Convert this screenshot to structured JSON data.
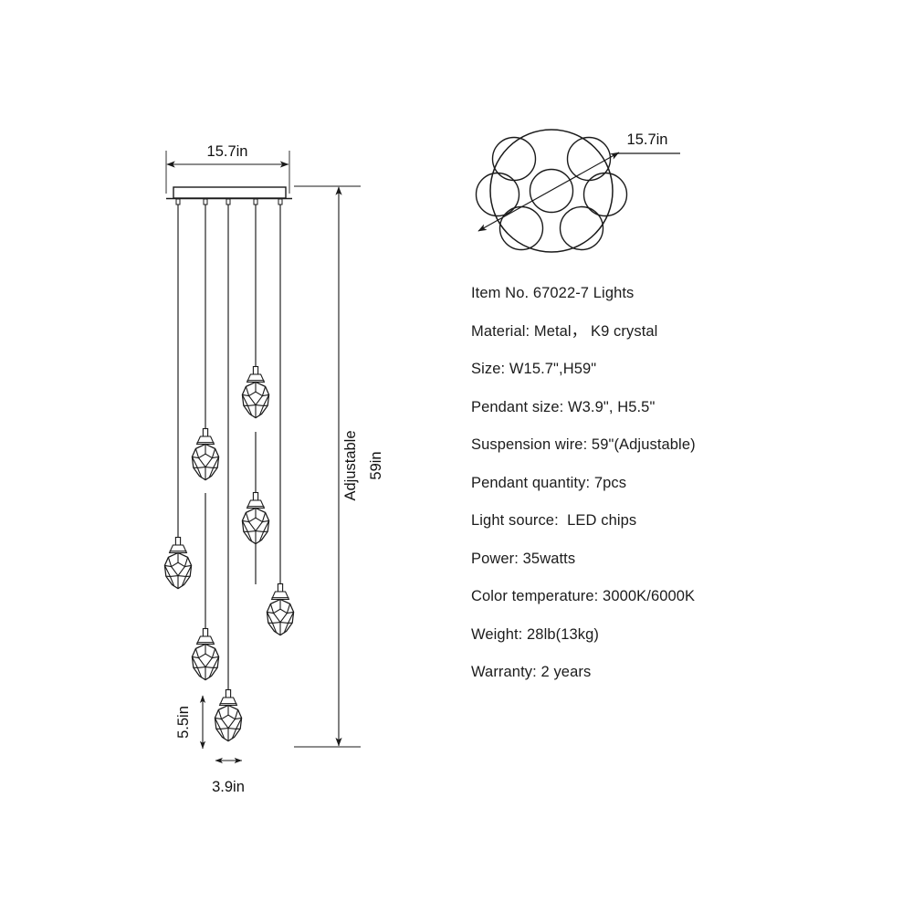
{
  "drawing": {
    "title": "Pendant chandelier technical specification drawing",
    "line_color": "#1a1a1a",
    "background": "#ffffff"
  },
  "front_view": {
    "name": "front elevation",
    "width_dimension": "15.7in",
    "height_dimension": "59in",
    "height_note": "Adjustable",
    "pendant_height_dimension": "5.5in",
    "pendant_width_dimension": "3.9in",
    "pendant_count": 7
  },
  "top_view": {
    "name": "top plan view",
    "diameter_dimension": "15.7in",
    "hole_count": 7
  },
  "specs": [
    "Item No. 67022-7 Lights",
    "Material: Metal， K9 crystal",
    "Size: W15.7\",H59\"",
    "Pendant size: W3.9\", H5.5\"",
    "Suspension wire: 59\"(Adjustable)",
    "Pendant quantity: 7pcs",
    "Light source:  LED chips",
    "Power: 35watts",
    "Color temperature: 3000K/6000K",
    "Weight: 28lb(13kg)",
    "Warranty: 2 years"
  ]
}
